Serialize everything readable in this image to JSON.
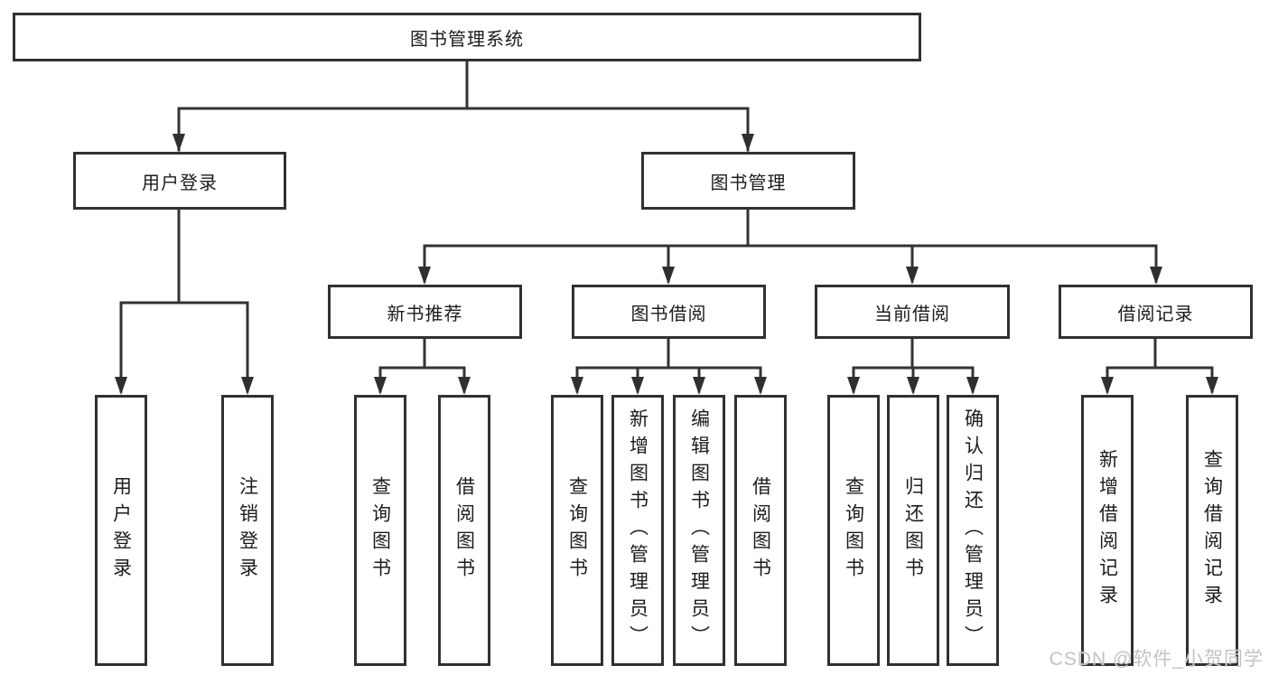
{
  "diagram": {
    "root": {
      "label": "图书管理系统"
    },
    "branches": [
      {
        "label": "用户登录",
        "children": [
          {
            "label": "用户登录"
          },
          {
            "label": "注销登录"
          }
        ]
      },
      {
        "label": "图书管理",
        "children": [
          {
            "label": "新书推荐",
            "children": [
              {
                "label": "查询图书"
              },
              {
                "label": "借阅图书"
              }
            ]
          },
          {
            "label": "图书借阅",
            "children": [
              {
                "label": "查询图书"
              },
              {
                "label": "新增图书（管理员）"
              },
              {
                "label": "编辑图书（管理员）"
              },
              {
                "label": "借阅图书"
              }
            ]
          },
          {
            "label": "当前借阅",
            "children": [
              {
                "label": "查询图书"
              },
              {
                "label": "归还图书"
              },
              {
                "label": "确认归还（管理员）"
              }
            ]
          },
          {
            "label": "借阅记录",
            "children": [
              {
                "label": "新增借阅记录"
              },
              {
                "label": "查询借阅记录"
              }
            ]
          }
        ]
      }
    ]
  },
  "watermark": {
    "text": "CSDN @软件_小贺同学"
  },
  "colors": {
    "line": "#333333",
    "box_border": "#313131",
    "text": "#1c1c1c",
    "watermark": "#c3c3c3",
    "background": "#ffffff"
  }
}
